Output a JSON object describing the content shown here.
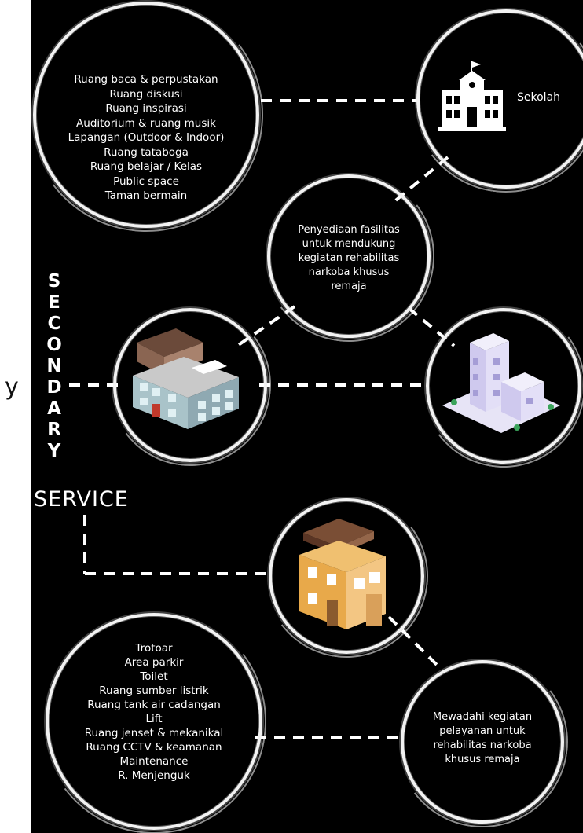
{
  "left_fragment": "y",
  "top_circle": {
    "items": [
      "Ruang baca & perpustakan",
      "Ruang diskusi",
      "Ruang inspirasi",
      "Auditorium & ruang musik",
      "Lapangan (Outdoor & Indoor)",
      "Ruang tataboga",
      "Ruang belajar / Kelas",
      "Public space",
      "Taman bermain"
    ]
  },
  "school": {
    "label": "Sekolah",
    "icon": "school-building-icon"
  },
  "center_circle": {
    "lines": [
      "Penyediaan fasilitas",
      "untuk mendukung",
      "kegiatan rehabilitas",
      "narkoba khusus",
      "remaja"
    ]
  },
  "secondary_label": [
    "S",
    "E",
    "C",
    "O",
    "N",
    "D",
    "A",
    "R",
    "Y"
  ],
  "service_label": "SERVICE",
  "service_circle": {
    "items": [
      "Trotoar",
      "Area parkir",
      "Toilet",
      "Ruang sumber listrik",
      "Ruang tank air cadangan",
      "Lift",
      "Ruang jenset & mekanikal",
      "Ruang CCTV & keamanan",
      "Maintenance",
      "R. Menjenguk"
    ]
  },
  "service_desc_circle": {
    "lines": [
      "Mewadahi kegiatan",
      "pelayanan untuk",
      "rehabilitas narkoba",
      "khusus remaja"
    ]
  },
  "colors": {
    "background": "#000000",
    "stroke": "#ffffff",
    "building_orange": "#e8a94a",
    "building_lilac": "#d9d6f0",
    "building_gray": "#9fb7bf"
  }
}
